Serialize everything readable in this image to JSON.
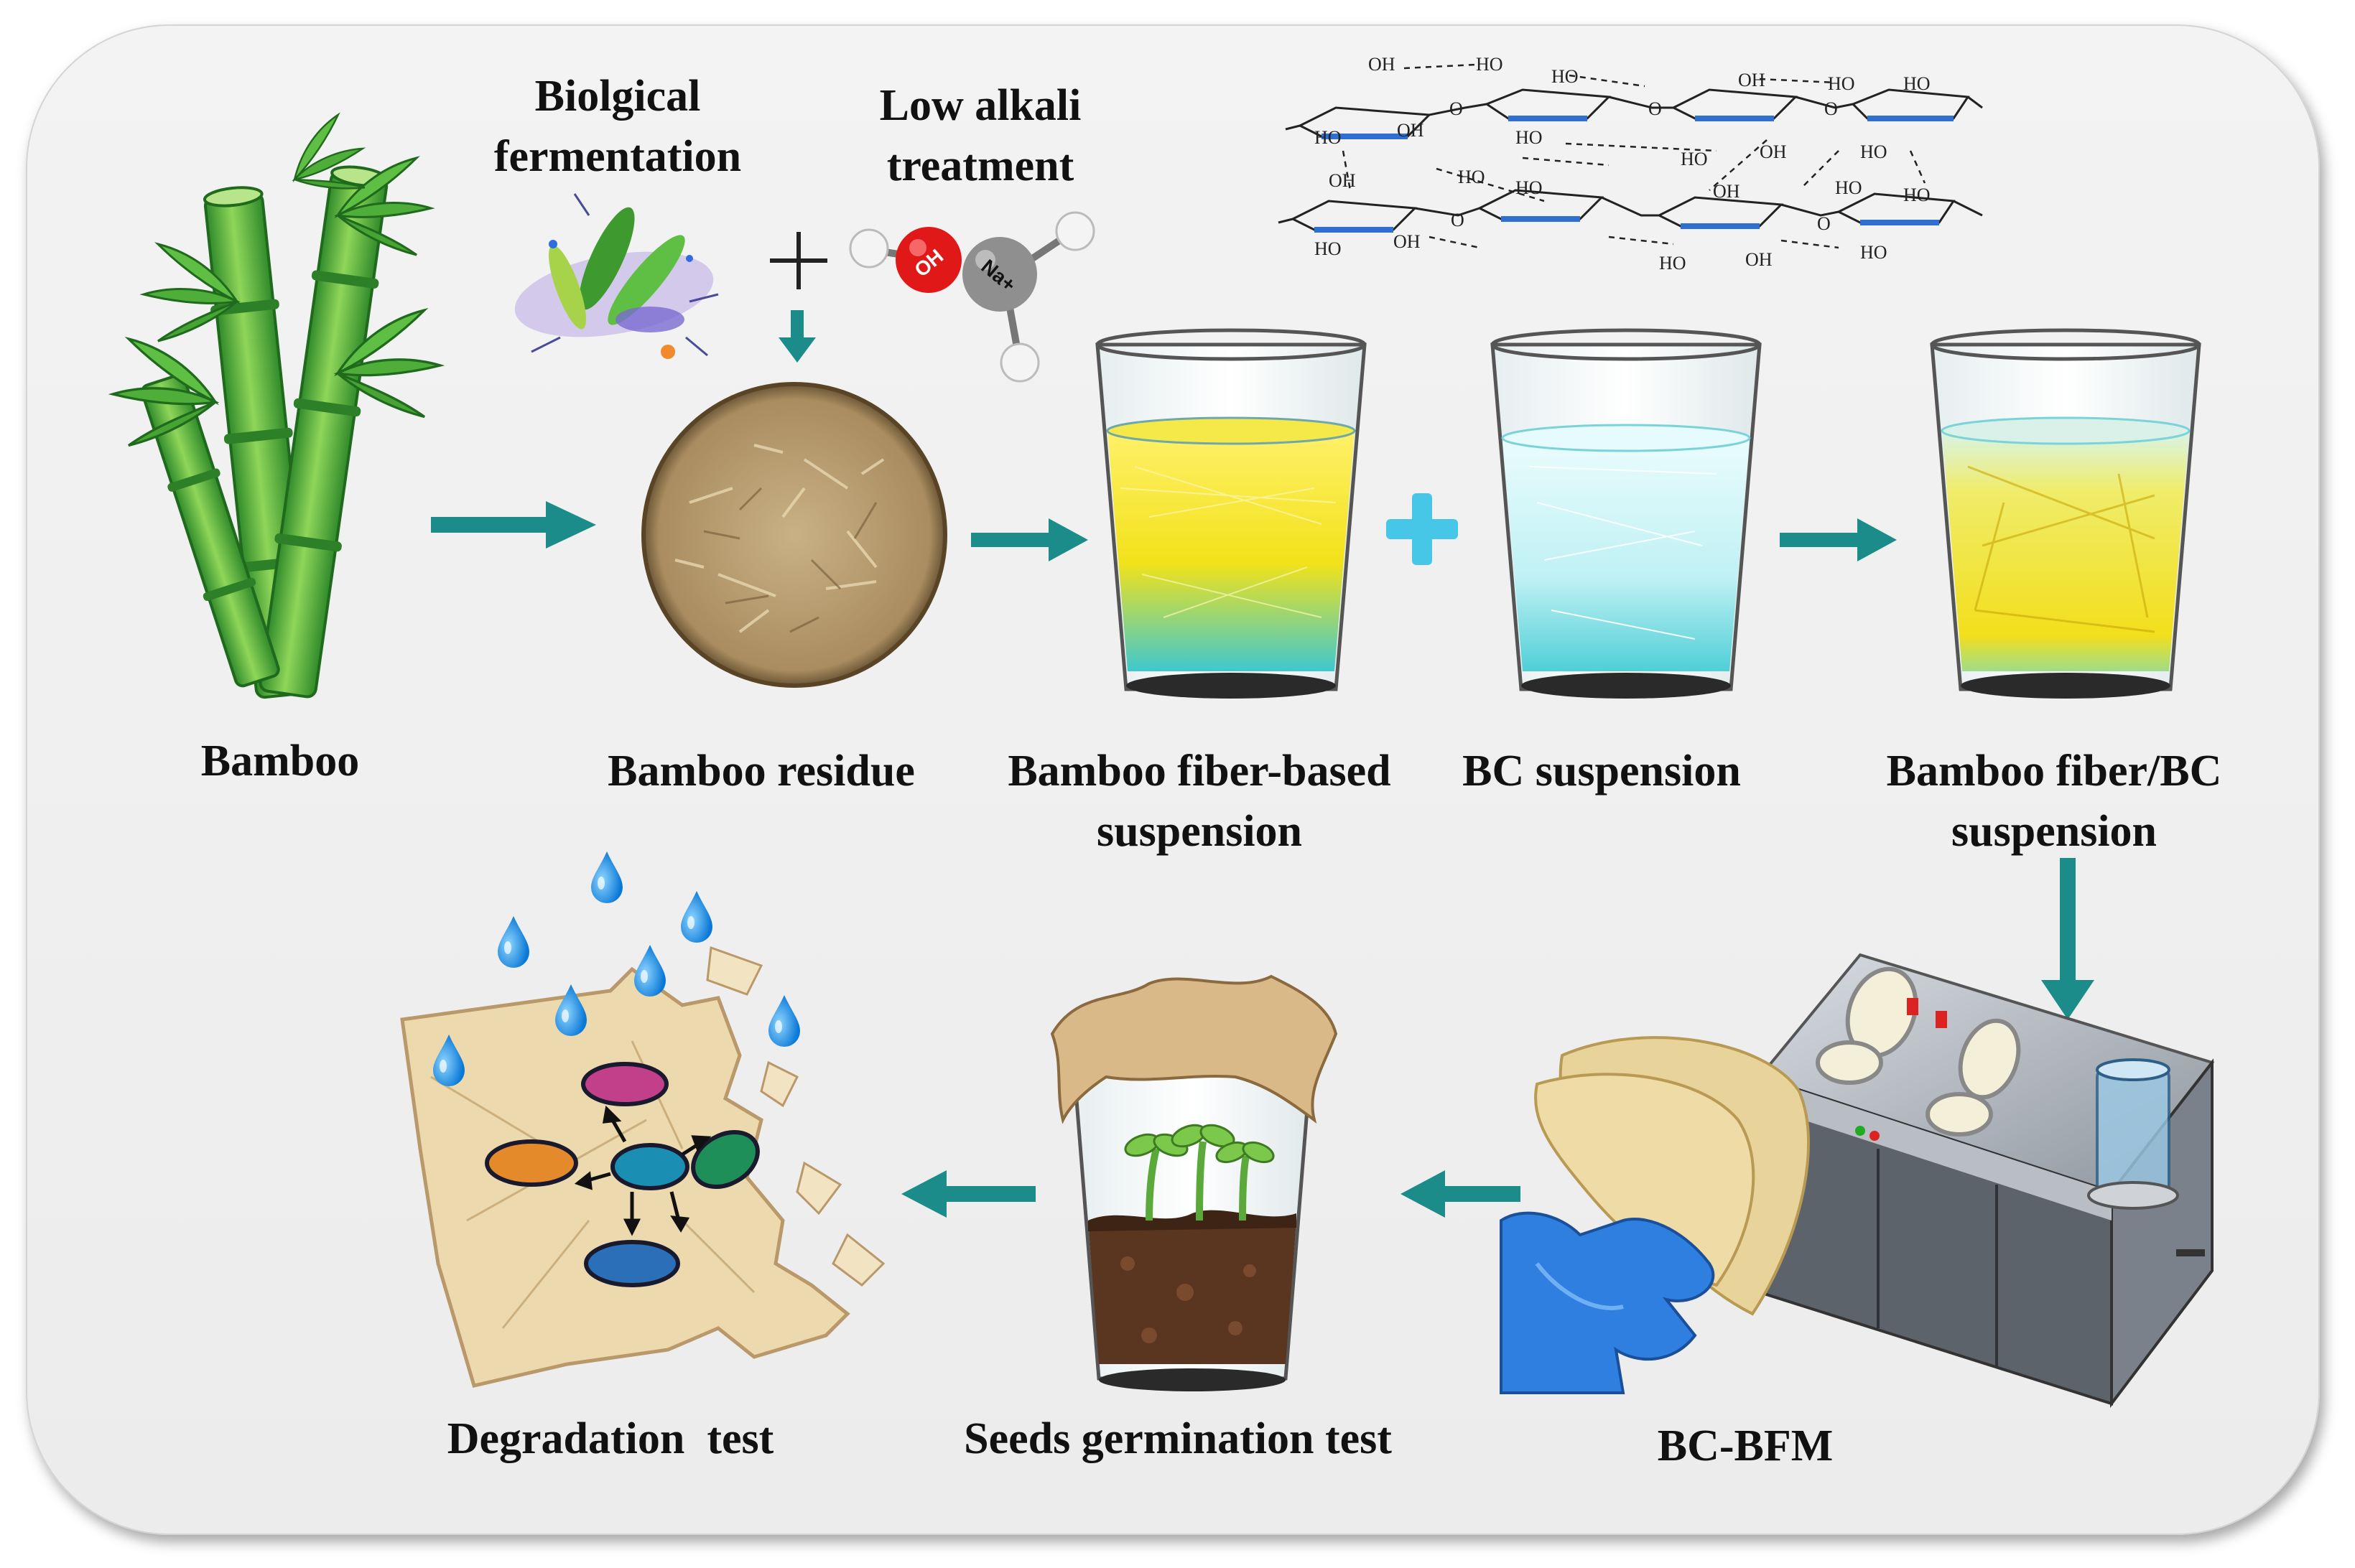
{
  "labels": {
    "fermentation": [
      "Biolgical",
      "fermentation"
    ],
    "alkali": [
      "Low alkali",
      "treatment"
    ],
    "bamboo": "Bamboo",
    "residue": "Bamboo residue",
    "fiber_suspension": [
      "Bamboo fiber-based",
      "suspension"
    ],
    "bc_suspension": "BC suspension",
    "mix_suspension": [
      "Bamboo fiber/BC",
      "suspension"
    ],
    "bcbfm": "BC-BFM",
    "germination": "Seeds germination test",
    "degradation": "Degradation  test"
  },
  "molecule": {
    "oh": "OH",
    "na": "Na+"
  },
  "cellulose": {
    "ho": "HO",
    "oh": "OH",
    "o": "O"
  },
  "colors": {
    "arrow": "#1b8c8a",
    "bamboo_green": "#4fae3a",
    "fiber_yellow": "#f2e21a",
    "water_cyan": "#3fc8cf",
    "glove_blue": "#2f7fe0",
    "soil_brown": "#5a3520",
    "drop_blue": "#1f8fe0",
    "panel_bg": "#efefef"
  },
  "icons": [
    "bamboo-icon",
    "microbe-icon",
    "naoh-molecule-icon",
    "petri-dish-icon",
    "beaker-icon",
    "machine-icon",
    "glove-icon",
    "seedling-cup-icon",
    "degrading-paper-icon",
    "water-drop-icon",
    "bacteria-icon",
    "cellulose-structure-icon",
    "plus-icon",
    "arrow-icon"
  ]
}
